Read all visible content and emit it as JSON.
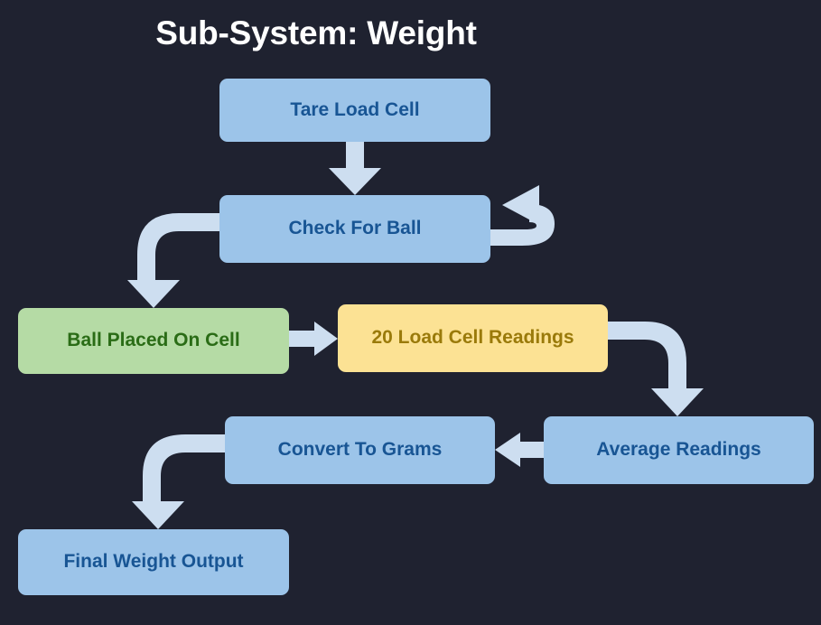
{
  "diagram": {
    "title": "Sub-System: Weight",
    "background_color": "#1f2230",
    "title_color": "#ffffff",
    "edge_color": "#cddef0",
    "node_styles": {
      "blue": {
        "fill": "#9cc4e9",
        "text": "#185594"
      },
      "green": {
        "fill": "#b5dba5",
        "text": "#2a6c16"
      },
      "yellow": {
        "fill": "#fce294",
        "text": "#9a7a0a"
      }
    },
    "nodes": [
      {
        "id": "tare",
        "label": "Tare Load Cell",
        "style": "blue"
      },
      {
        "id": "check",
        "label": "Check For Ball",
        "style": "blue"
      },
      {
        "id": "ballplaced",
        "label": "Ball Placed On Cell",
        "style": "green"
      },
      {
        "id": "readings",
        "label": "20 Load Cell Readings",
        "style": "yellow"
      },
      {
        "id": "average",
        "label": "Average Readings",
        "style": "blue"
      },
      {
        "id": "convert",
        "label": "Convert To Grams",
        "style": "blue"
      },
      {
        "id": "final",
        "label": "Final Weight Output",
        "style": "blue"
      }
    ],
    "edges": [
      {
        "from": "tare",
        "to": "check",
        "shape": "straight-down"
      },
      {
        "from": "check",
        "to": "check",
        "shape": "self-loop-right"
      },
      {
        "from": "check",
        "to": "ballplaced",
        "shape": "elbow-left-down"
      },
      {
        "from": "ballplaced",
        "to": "readings",
        "shape": "straight-right"
      },
      {
        "from": "readings",
        "to": "average",
        "shape": "elbow-right-down"
      },
      {
        "from": "average",
        "to": "convert",
        "shape": "straight-left"
      },
      {
        "from": "convert",
        "to": "final",
        "shape": "elbow-left-down"
      }
    ]
  }
}
